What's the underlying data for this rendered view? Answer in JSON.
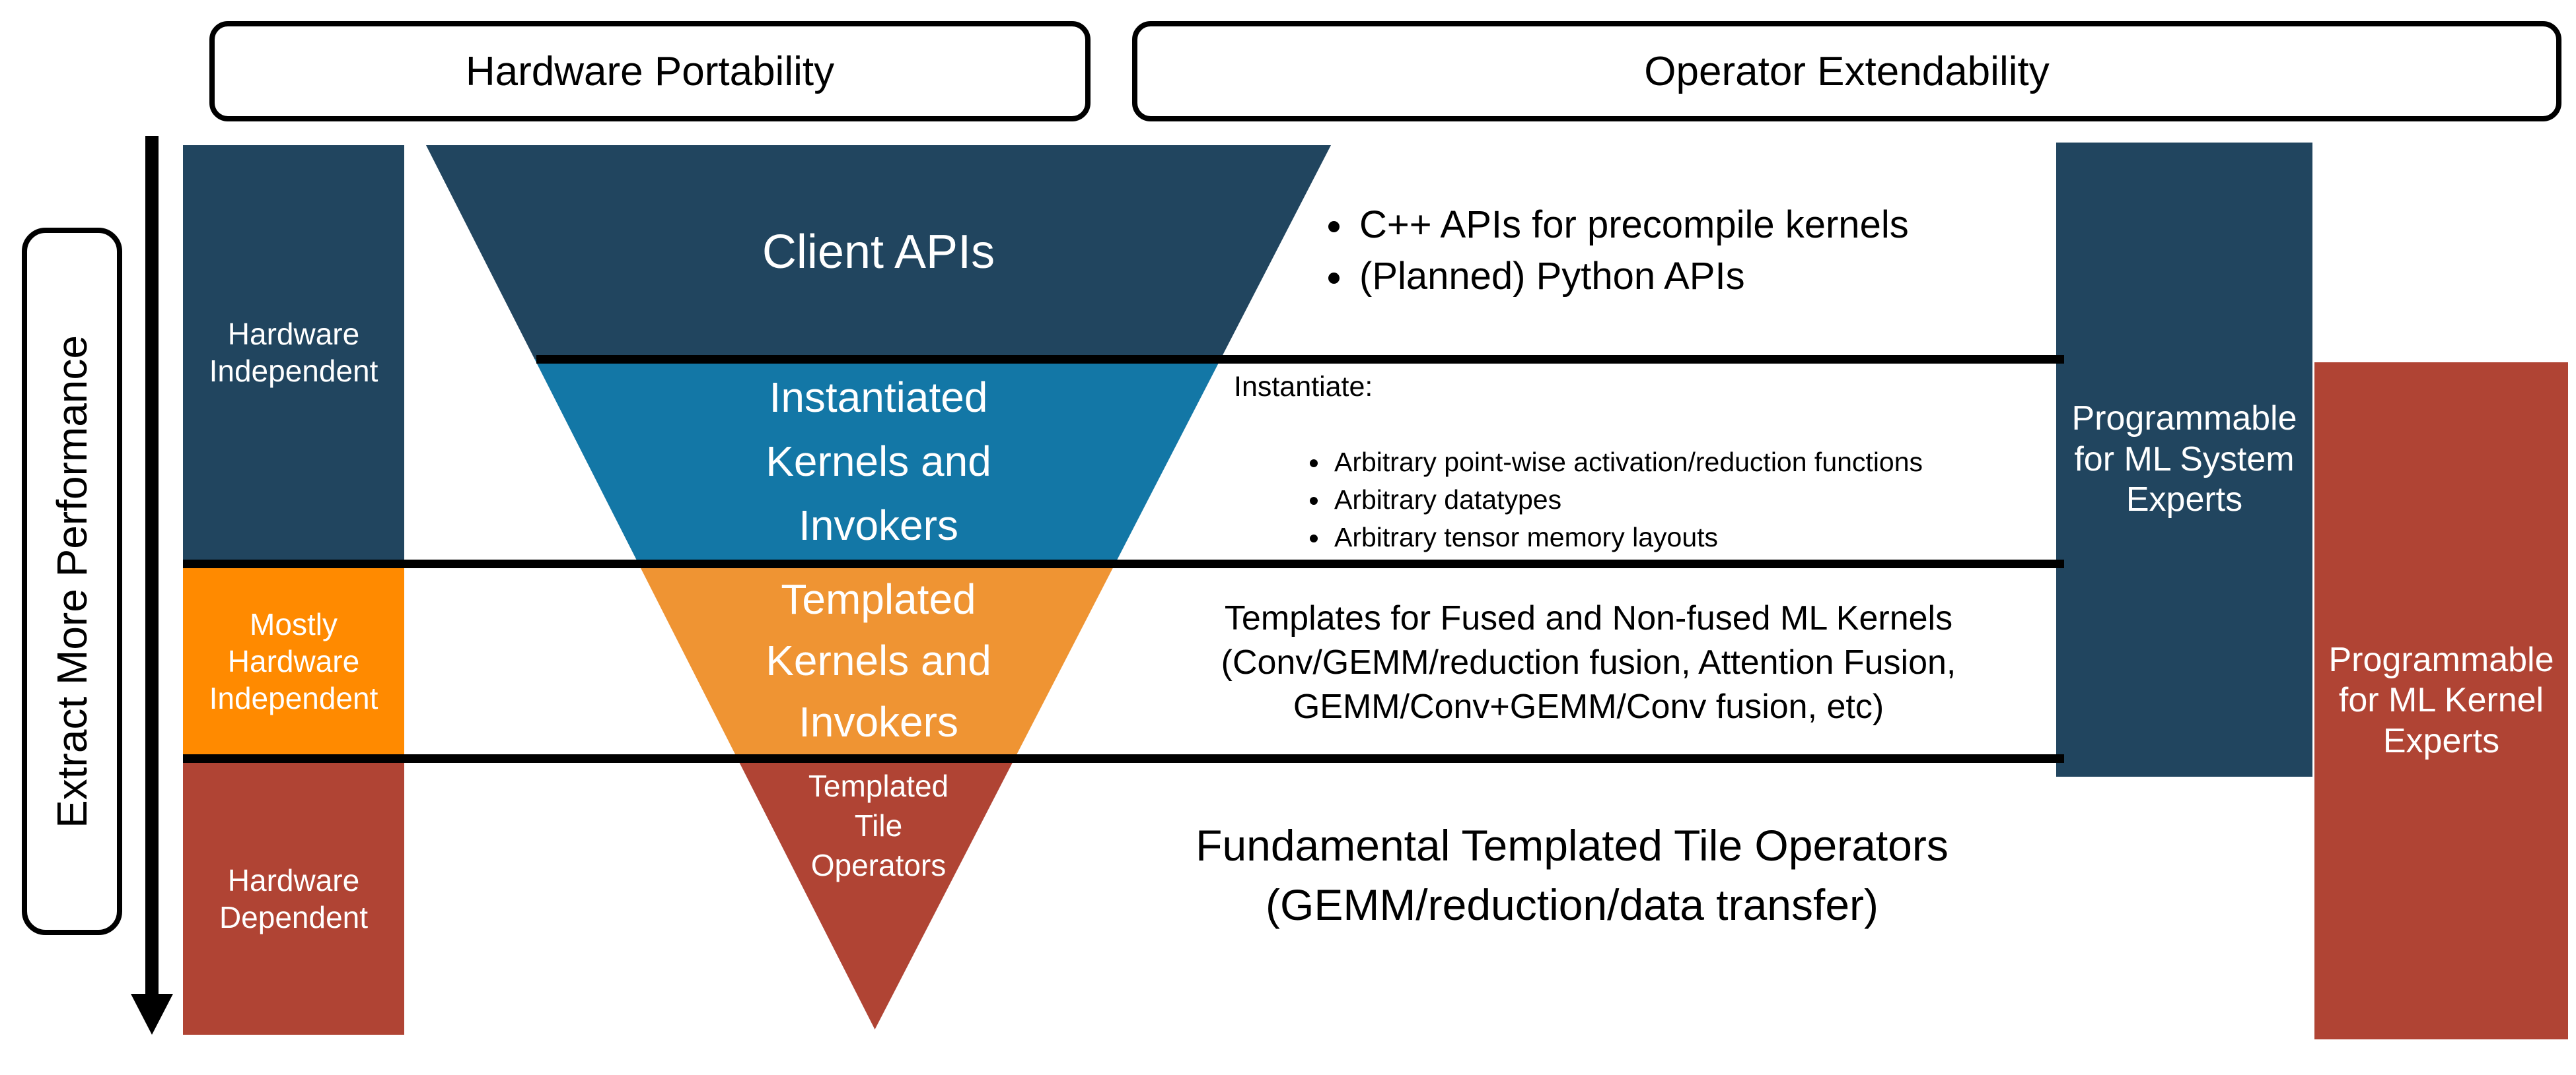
{
  "header": {
    "portability": "Hardware Portability",
    "extendability": "Operator Extendability"
  },
  "axis": {
    "label": "Extract More Performance"
  },
  "left_column": {
    "items": [
      {
        "label": "Hardware\nIndependent"
      },
      {
        "label": "Mostly\nHardware\nIndependent"
      },
      {
        "label": "Hardware\nDependent"
      }
    ]
  },
  "funnel": {
    "layers": [
      {
        "label": "Client APIs"
      },
      {
        "label": "Instantiated\nKernels and\nInvokers"
      },
      {
        "label": "Templated\nKernels and\nInvokers"
      },
      {
        "label": "Templated\nTile\nOperators"
      }
    ]
  },
  "annotations": {
    "client_bullets": [
      "C++ APIs for precompile kernels",
      "(Planned) Python APIs"
    ],
    "instantiate_heading": "Instantiate:",
    "instantiate_bullets": [
      "Arbitrary point-wise activation/reduction functions",
      "Arbitrary datatypes",
      "Arbitrary tensor memory layouts"
    ],
    "templates_text": "Templates for Fused and Non-fused ML Kernels\n(Conv/GEMM/reduction fusion, Attention Fusion,\nGEMM/Conv+GEMM/Conv fusion, etc)",
    "fundamental_text": "Fundamental Templated Tile Operators\n(GEMM/reduction/data transfer)"
  },
  "right_columns": {
    "system": {
      "label": "Programmable\nfor ML System\nExperts"
    },
    "kernel": {
      "label": "Programmable\nfor ML Kernel\nExperts"
    }
  },
  "colors": {
    "dark_blue": "#21455F",
    "teal": "#1377A6",
    "orange_bright": "#FF8A00",
    "orange_soft": "#EF9433",
    "red": "#B04434",
    "line": "#000000"
  }
}
